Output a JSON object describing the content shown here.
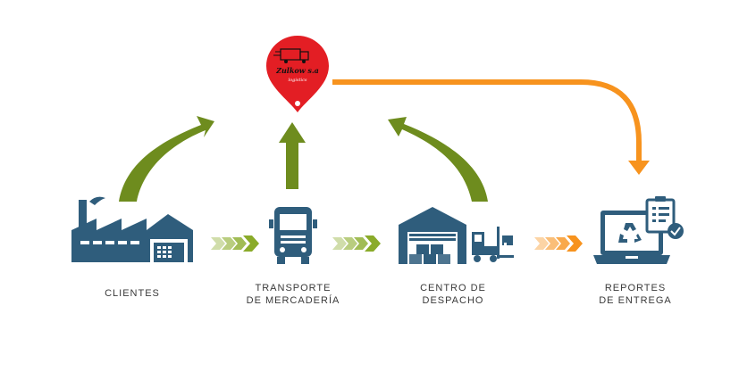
{
  "logo": {
    "brand_text": "Zulkow s.a",
    "sub_text": "logistics"
  },
  "nodes": [
    {
      "id": "clientes",
      "lines": [
        "CLIENTES"
      ]
    },
    {
      "id": "transporte",
      "lines": [
        "TRANSPORTE",
        "DE MERCADERÍA"
      ]
    },
    {
      "id": "centro",
      "lines": [
        "CENTRO DE",
        "DESPACHO"
      ]
    },
    {
      "id": "reportes",
      "lines": [
        "REPORTES",
        "DE ENTREGA"
      ]
    }
  ],
  "colors": {
    "icon_blue": "#2f5d7c",
    "flow_green": "#6e8c1e",
    "flow_orange": "#f7931e",
    "pin_red": "#e31e24",
    "label_gray": "#3a3a3a"
  },
  "icons": [
    "factory-icon",
    "truck-icon",
    "warehouse-icon",
    "forklift-icon",
    "laptop-recycle-icon",
    "clipboard-check-icon",
    "location-pin-icon"
  ]
}
